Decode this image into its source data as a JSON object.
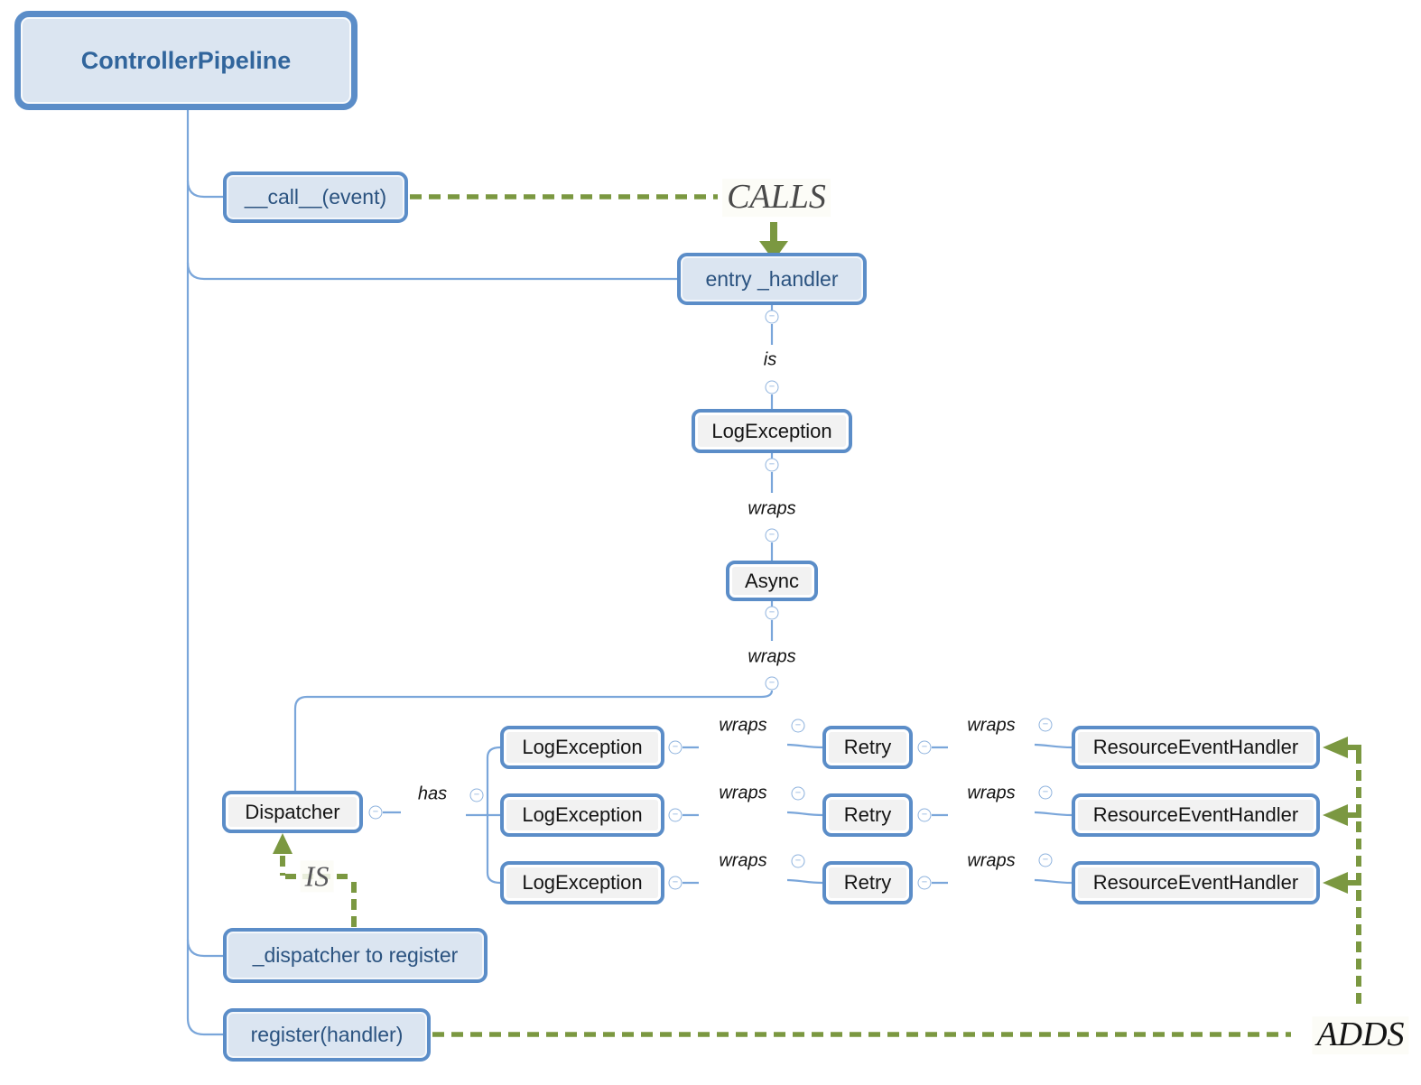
{
  "colors": {
    "accent_blue": "#4f81bd",
    "border_blue": "#5b8dc8",
    "fill_blue": "#dbe5f1",
    "fill_gray": "#f2f2f2",
    "connector_blue": "#7aa6da",
    "collapse_blue": "#8fb3de",
    "relationship_green": "#7b9841",
    "root_text": "#31659c",
    "blue_node_text": "#2b5380",
    "gray_node_text": "#141414"
  },
  "icons": {
    "collapse_glyph": "−"
  },
  "root": {
    "label": "ControllerPipeline"
  },
  "nodes": {
    "call": "__call__(event)",
    "entry_handler": "entry _handler",
    "log_exception": "LogException",
    "async_node": "Async",
    "dispatcher": "Dispatcher",
    "dispatcher_to_register": "_dispatcher to register",
    "register": "register(handler)"
  },
  "edge_labels": {
    "is": "is",
    "wraps": "wraps",
    "has": "has"
  },
  "relationships": {
    "calls": "CALLS",
    "is": "IS",
    "adds": "ADDS"
  },
  "rows": [
    {
      "left": "LogException",
      "wraps1": "wraps",
      "middle": "Retry",
      "wraps2": "wraps",
      "right": "ResourceEventHandler"
    },
    {
      "left": "LogException",
      "wraps1": "wraps",
      "middle": "Retry",
      "wraps2": "wraps",
      "right": "ResourceEventHandler"
    },
    {
      "left": "LogException",
      "wraps1": "wraps",
      "middle": "Retry",
      "wraps2": "wraps",
      "right": "ResourceEventHandler"
    }
  ]
}
